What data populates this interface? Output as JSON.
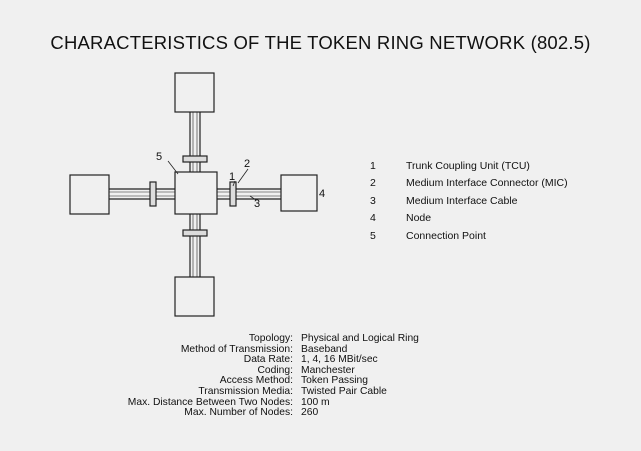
{
  "title": "CHARACTERISTICS OF THE TOKEN RING NETWORK (802.5)",
  "callouts": [
    "1",
    "2",
    "3",
    "4",
    "5"
  ],
  "legend": [
    {
      "num": "1",
      "text": "Trunk Coupling Unit (TCU)"
    },
    {
      "num": "2",
      "text": "Medium Interface Connector (MIC)"
    },
    {
      "num": "3",
      "text": "Medium Interface Cable"
    },
    {
      "num": "4",
      "text": "Node"
    },
    {
      "num": "5",
      "text": "Connection Point"
    }
  ],
  "specs": [
    {
      "label": "Topology:",
      "value": "Physical and Logical Ring"
    },
    {
      "label": "Method of Transmission:",
      "value": "Baseband"
    },
    {
      "label": "Data Rate:",
      "value": "1, 4, 16 MBit/sec"
    },
    {
      "label": "Coding:",
      "value": "Manchester"
    },
    {
      "label": "Access Method:",
      "value": "Token Passing"
    },
    {
      "label": "Transmission Media:",
      "value": "Twisted Pair Cable"
    },
    {
      "label": "Max. Distance Between Two Nodes:",
      "value": "100 m"
    },
    {
      "label": "Max. Number of Nodes:",
      "value": "260"
    }
  ]
}
